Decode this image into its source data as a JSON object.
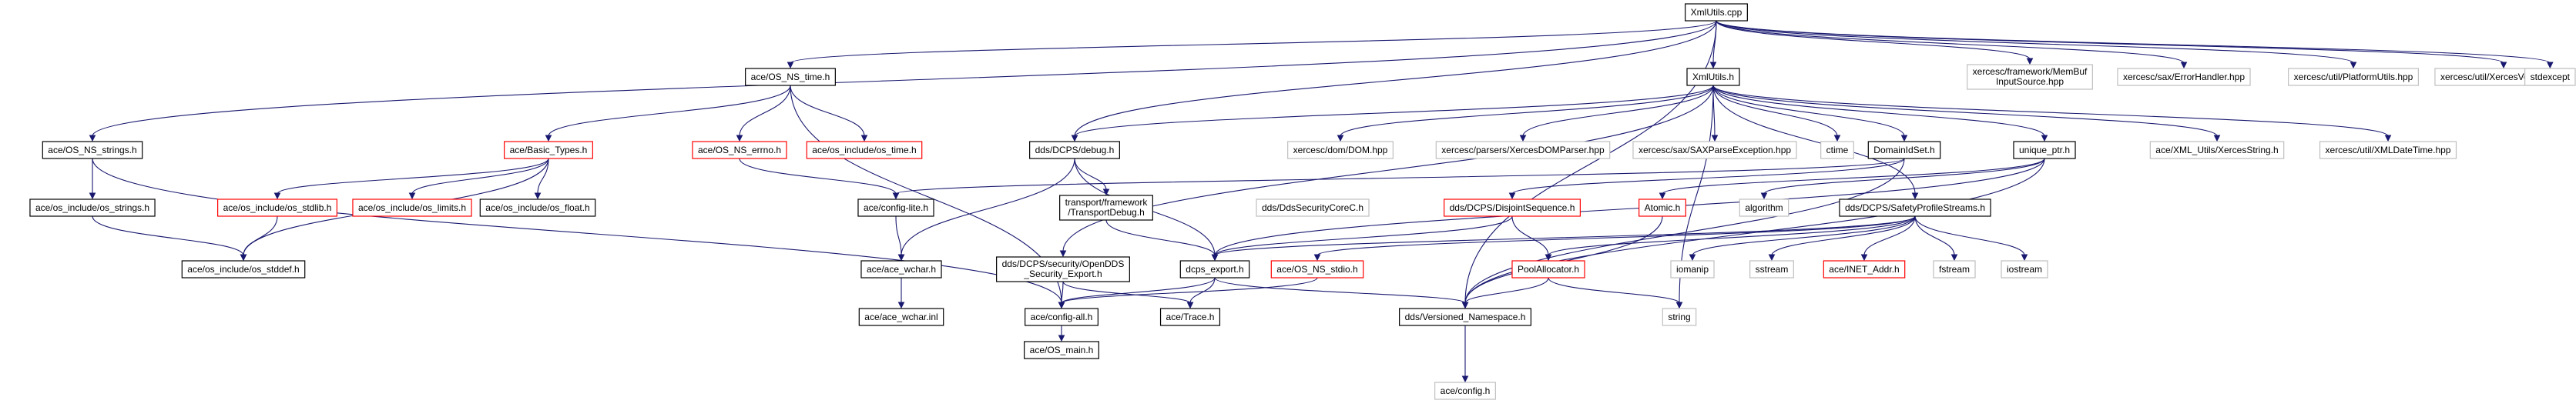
{
  "colors": {
    "edge": "#191970",
    "border_normal": "#000000",
    "border_missing": "#ff0000",
    "border_external": "#bfbfbf",
    "root_fill": "#bfbfbf",
    "text": "#000000"
  },
  "nodes": [
    {
      "id": "root",
      "lines": [
        "XmlUtils.cpp"
      ],
      "kind": "root"
    },
    {
      "id": "os_ns_time",
      "lines": [
        "ace/OS_NS_time.h"
      ],
      "kind": "normal"
    },
    {
      "id": "xmlutils_h",
      "lines": [
        "XmlUtils.h"
      ],
      "kind": "normal"
    },
    {
      "id": "memb",
      "lines": [
        "xercesc/framework/MemBuf",
        "InputSource.hpp"
      ],
      "kind": "external"
    },
    {
      "id": "errh",
      "lines": [
        "xercesc/sax/ErrorHandler.hpp"
      ],
      "kind": "external"
    },
    {
      "id": "platu",
      "lines": [
        "xercesc/util/PlatformUtils.hpp"
      ],
      "kind": "external"
    },
    {
      "id": "xver",
      "lines": [
        "xercesc/util/XercesVersion.hpp"
      ],
      "kind": "external"
    },
    {
      "id": "stdexcept",
      "lines": [
        "stdexcept"
      ],
      "kind": "external"
    },
    {
      "id": "os_ns_strings",
      "lines": [
        "ace/OS_NS_strings.h"
      ],
      "kind": "normal"
    },
    {
      "id": "basic_types",
      "lines": [
        "ace/Basic_Types.h"
      ],
      "kind": "missing"
    },
    {
      "id": "os_ns_errno",
      "lines": [
        "ace/OS_NS_errno.h"
      ],
      "kind": "missing"
    },
    {
      "id": "os_time",
      "lines": [
        "ace/os_include/os_time.h"
      ],
      "kind": "missing"
    },
    {
      "id": "dcps_debug",
      "lines": [
        "dds/DCPS/debug.h"
      ],
      "kind": "normal"
    },
    {
      "id": "dom",
      "lines": [
        "xercesc/dom/DOM.hpp"
      ],
      "kind": "external"
    },
    {
      "id": "xdomp",
      "lines": [
        "xercesc/parsers/XercesDOMParser.hpp"
      ],
      "kind": "external"
    },
    {
      "id": "saxpe",
      "lines": [
        "xercesc/sax/SAXParseException.hpp"
      ],
      "kind": "external"
    },
    {
      "id": "ctime",
      "lines": [
        "ctime"
      ],
      "kind": "external"
    },
    {
      "id": "domainid",
      "lines": [
        "DomainIdSet.h"
      ],
      "kind": "normal"
    },
    {
      "id": "uniqueptr",
      "lines": [
        "unique_ptr.h"
      ],
      "kind": "normal"
    },
    {
      "id": "xmlxstr",
      "lines": [
        "ace/XML_Utils/XercesString.h"
      ],
      "kind": "external"
    },
    {
      "id": "xmldt",
      "lines": [
        "xercesc/util/XMLDateTime.hpp"
      ],
      "kind": "external"
    },
    {
      "id": "os_strings",
      "lines": [
        "ace/os_include/os_strings.h"
      ],
      "kind": "normal"
    },
    {
      "id": "os_stdlib",
      "lines": [
        "ace/os_include/os_stdlib.h"
      ],
      "kind": "missing"
    },
    {
      "id": "os_limits",
      "lines": [
        "ace/os_include/os_limits.h"
      ],
      "kind": "missing"
    },
    {
      "id": "os_float",
      "lines": [
        "ace/os_include/os_float.h"
      ],
      "kind": "normal"
    },
    {
      "id": "config_lite",
      "lines": [
        "ace/config-lite.h"
      ],
      "kind": "normal"
    },
    {
      "id": "transport_debug",
      "lines": [
        "transport/framework",
        "/TransportDebug.h"
      ],
      "kind": "normal"
    },
    {
      "id": "dds_sec_core",
      "lines": [
        "dds/DdsSecurityCoreC.h"
      ],
      "kind": "external"
    },
    {
      "id": "disjoint",
      "lines": [
        "dds/DCPS/DisjointSequence.h"
      ],
      "kind": "missing"
    },
    {
      "id": "atomic",
      "lines": [
        "Atomic.h"
      ],
      "kind": "missing"
    },
    {
      "id": "algorithm",
      "lines": [
        "algorithm"
      ],
      "kind": "external"
    },
    {
      "id": "safety",
      "lines": [
        "dds/DCPS/SafetyProfileStreams.h"
      ],
      "kind": "normal"
    },
    {
      "id": "os_stddef",
      "lines": [
        "ace/os_include/os_stddef.h"
      ],
      "kind": "normal"
    },
    {
      "id": "ace_wchar_h",
      "lines": [
        "ace/ace_wchar.h"
      ],
      "kind": "normal"
    },
    {
      "id": "dds_sec_export",
      "lines": [
        "dds/DCPS/security/OpenDDS",
        "_Security_Export.h"
      ],
      "kind": "normal"
    },
    {
      "id": "dcps_export",
      "lines": [
        "dcps_export.h"
      ],
      "kind": "normal"
    },
    {
      "id": "os_ns_stdio",
      "lines": [
        "ace/OS_NS_stdio.h"
      ],
      "kind": "missing"
    },
    {
      "id": "poolalloc",
      "lines": [
        "PoolAllocator.h"
      ],
      "kind": "missing"
    },
    {
      "id": "iomanip",
      "lines": [
        "iomanip"
      ],
      "kind": "external"
    },
    {
      "id": "sstream",
      "lines": [
        "sstream"
      ],
      "kind": "external"
    },
    {
      "id": "inet",
      "lines": [
        "ace/INET_Addr.h"
      ],
      "kind": "missing"
    },
    {
      "id": "fstream",
      "lines": [
        "fstream"
      ],
      "kind": "external"
    },
    {
      "id": "iostream",
      "lines": [
        "iostream"
      ],
      "kind": "external"
    },
    {
      "id": "ace_wchar_inl",
      "lines": [
        "ace/ace_wchar.inl"
      ],
      "kind": "normal"
    },
    {
      "id": "config_all",
      "lines": [
        "ace/config-all.h"
      ],
      "kind": "normal"
    },
    {
      "id": "trace",
      "lines": [
        "ace/Trace.h"
      ],
      "kind": "normal"
    },
    {
      "id": "versioned",
      "lines": [
        "dds/Versioned_Namespace.h"
      ],
      "kind": "normal"
    },
    {
      "id": "string",
      "lines": [
        "string"
      ],
      "kind": "external"
    },
    {
      "id": "os_main",
      "lines": [
        "ace/OS_main.h"
      ],
      "kind": "normal"
    },
    {
      "id": "ace_config",
      "lines": [
        "ace/config.h"
      ],
      "kind": "external"
    }
  ]
}
